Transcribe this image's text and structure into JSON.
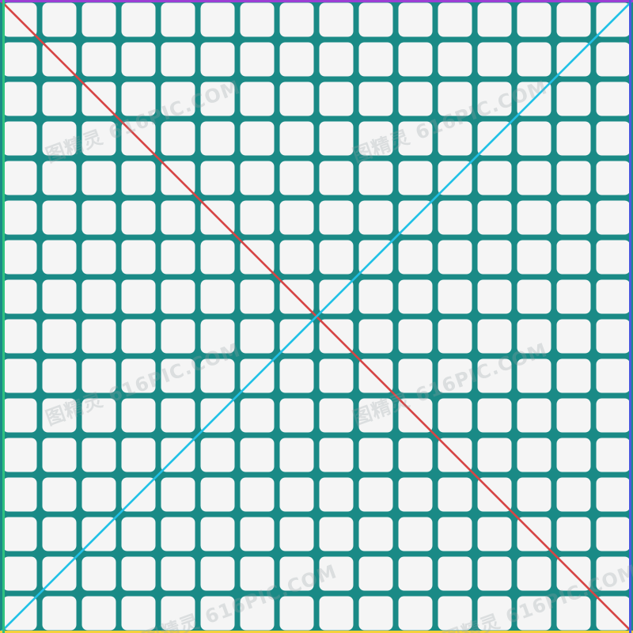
{
  "watermark": {
    "text": "图精灵 616PIC.COM"
  },
  "grid": {
    "rows": 16,
    "columns": 16,
    "line_color": "#1a8a86",
    "cell_fill": "#f5f5f5",
    "node_color": "#1a8a86"
  },
  "border_colors": {
    "top": "#9b3fd4",
    "left": "#2fc27f",
    "right": "#4a57e0",
    "bottom": "#f4d13a"
  },
  "diagonals": [
    {
      "from": "top-left",
      "to": "bottom-right",
      "color": "#d64545"
    },
    {
      "from": "bottom-left",
      "to": "top-right",
      "color": "#21c1e6"
    }
  ]
}
